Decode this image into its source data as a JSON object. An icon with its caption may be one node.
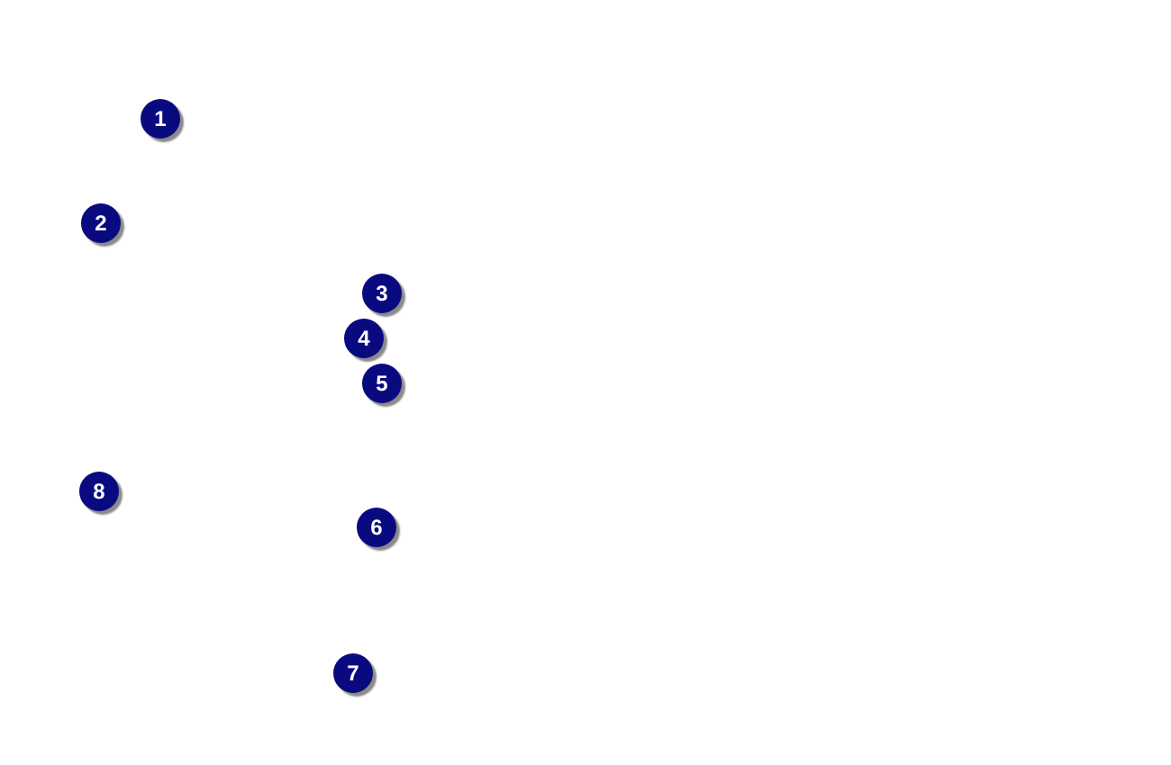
{
  "diagram": {
    "labels": [
      "1",
      "2",
      "3",
      "4",
      "5",
      "8",
      "6",
      "7"
    ]
  }
}
